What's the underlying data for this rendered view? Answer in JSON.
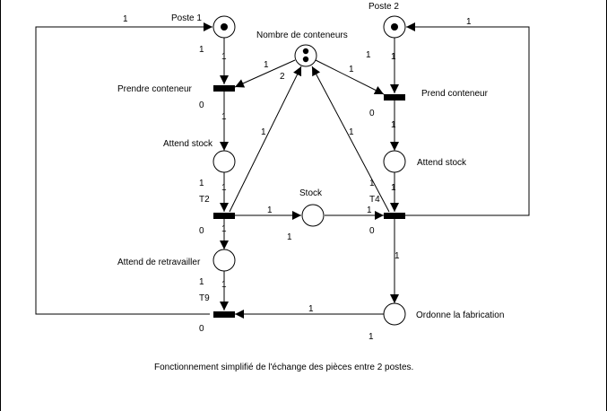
{
  "places": {
    "poste1": {
      "label": "Poste 1",
      "tokens": 1
    },
    "poste2": {
      "label": "Poste 2",
      "tokens": 1
    },
    "nombre": {
      "label": "Nombre de conteneurs",
      "tokens": 2
    },
    "attend_stock_1": {
      "label": "Attend stock",
      "tokens": 0
    },
    "attend_stock_2": {
      "label": "Attend stock",
      "tokens": 0
    },
    "stock": {
      "label": "Stock",
      "tokens": 0
    },
    "attend_retravailler": {
      "label": "Attend de retravailler",
      "tokens": 0
    },
    "ordonne": {
      "label": "Ordonne la fabrication",
      "tokens": 0
    }
  },
  "transitions": {
    "prendre": {
      "label": "Prendre conteneur",
      "count": "0"
    },
    "prend": {
      "label": "Prend conteneur",
      "count": "0"
    },
    "t2": {
      "label": "T2",
      "count": "0"
    },
    "t4": {
      "label": "T4",
      "count": "0"
    },
    "t9": {
      "label": "T9",
      "count": "0"
    }
  },
  "weights": {
    "top_left_loop": "1",
    "top_right_loop": "1",
    "poste1_to_prendre": "1",
    "poste1_side": "1",
    "poste2_to_prend": "1",
    "nombre_to_prendre": "1",
    "nombre_to_prend": "1",
    "nombre_side_right": "1",
    "t2_to_nombre_upper": "2",
    "prendre_to_attend": "1",
    "prend_to_attend": "1",
    "t2_to_nombre": "1",
    "t4_to_nombre": "1",
    "attend1_to_t2": "1",
    "attend2_to_t4": "1",
    "t2_to_stock": "1",
    "stock_to_t4": "1",
    "t2_below": "1",
    "t4_side": "1",
    "t2_to_retravailler": "1",
    "retravailler_to_t9": "1",
    "t4_to_ordonne": "1",
    "ordonne_to_t9": "1",
    "ordonne_below": "1"
  },
  "caption": "Fonctionnement simplifié de l'échange des pièces entre 2 postes."
}
